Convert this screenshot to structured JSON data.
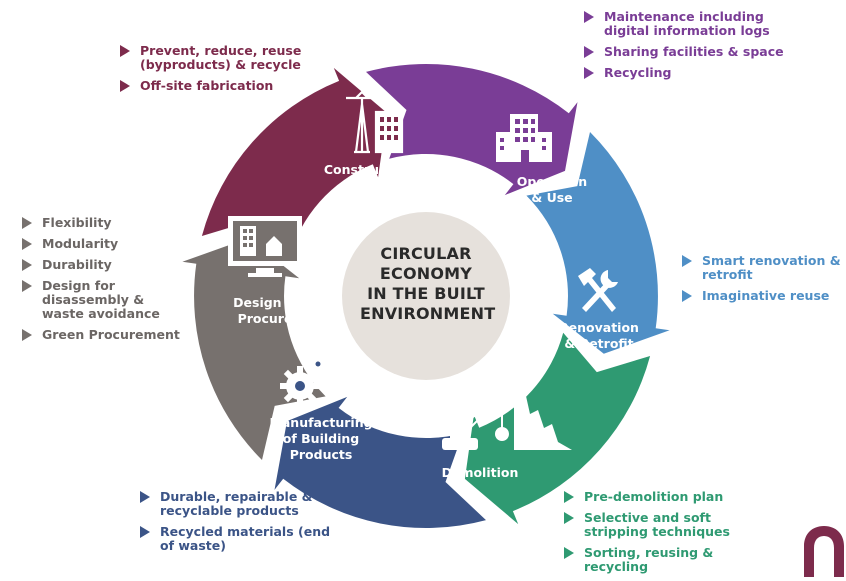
{
  "colors": {
    "construction": "#7d2b4c",
    "operation": "#7a3d96",
    "renovation": "#4f8fc6",
    "demolition": "#2f9a72",
    "manufacturing": "#3b5487",
    "design": "#77716e",
    "center": "#e6e1dc",
    "center_text": "#2a2a2a"
  },
  "center": {
    "lines": [
      "CIRCULAR",
      "ECONOMY",
      "IN THE BUILT",
      "ENVIRONMENT"
    ]
  },
  "segments": {
    "construction": {
      "label": "Construction",
      "icon": "crane-building-icon"
    },
    "operation": {
      "label": "Operation\n& Use",
      "icon": "office-building-icon"
    },
    "renovation": {
      "label": "Renovation\n& Retrofit",
      "icon": "hammer-wrench-icon"
    },
    "demolition": {
      "label": "Demolition",
      "icon": "wrecking-crane-icon"
    },
    "manufacturing": {
      "label": "Manufacturing\nof Building\nProducts",
      "icon": "gears-icon"
    },
    "design": {
      "label": "Design &\nProcure",
      "icon": "monitor-plan-icon"
    }
  },
  "lists": {
    "construction": [
      "Prevent, reduce, reuse\n(byproducts) & recycle",
      "Off-site fabrication"
    ],
    "operation": [
      "Maintenance including\ndigital information logs",
      "Sharing facilities & space",
      "Recycling"
    ],
    "renovation": [
      "Smart renovation &\nretrofit",
      "Imaginative reuse"
    ],
    "demolition": [
      "Pre-demolition plan",
      "Selective and soft\nstripping techniques",
      "Sorting, reusing &\nrecycling"
    ],
    "manufacturing": [
      "Durable, repairable &\nrecyclable products",
      "Recycled materials (end\nof waste)"
    ],
    "design": [
      "Flexibility",
      "Modularity",
      "Durability",
      "Design for\ndisassembly &\nwaste avoidance",
      "Green Procurement"
    ]
  },
  "logo": {
    "icon": "brand-logo-mark"
  }
}
